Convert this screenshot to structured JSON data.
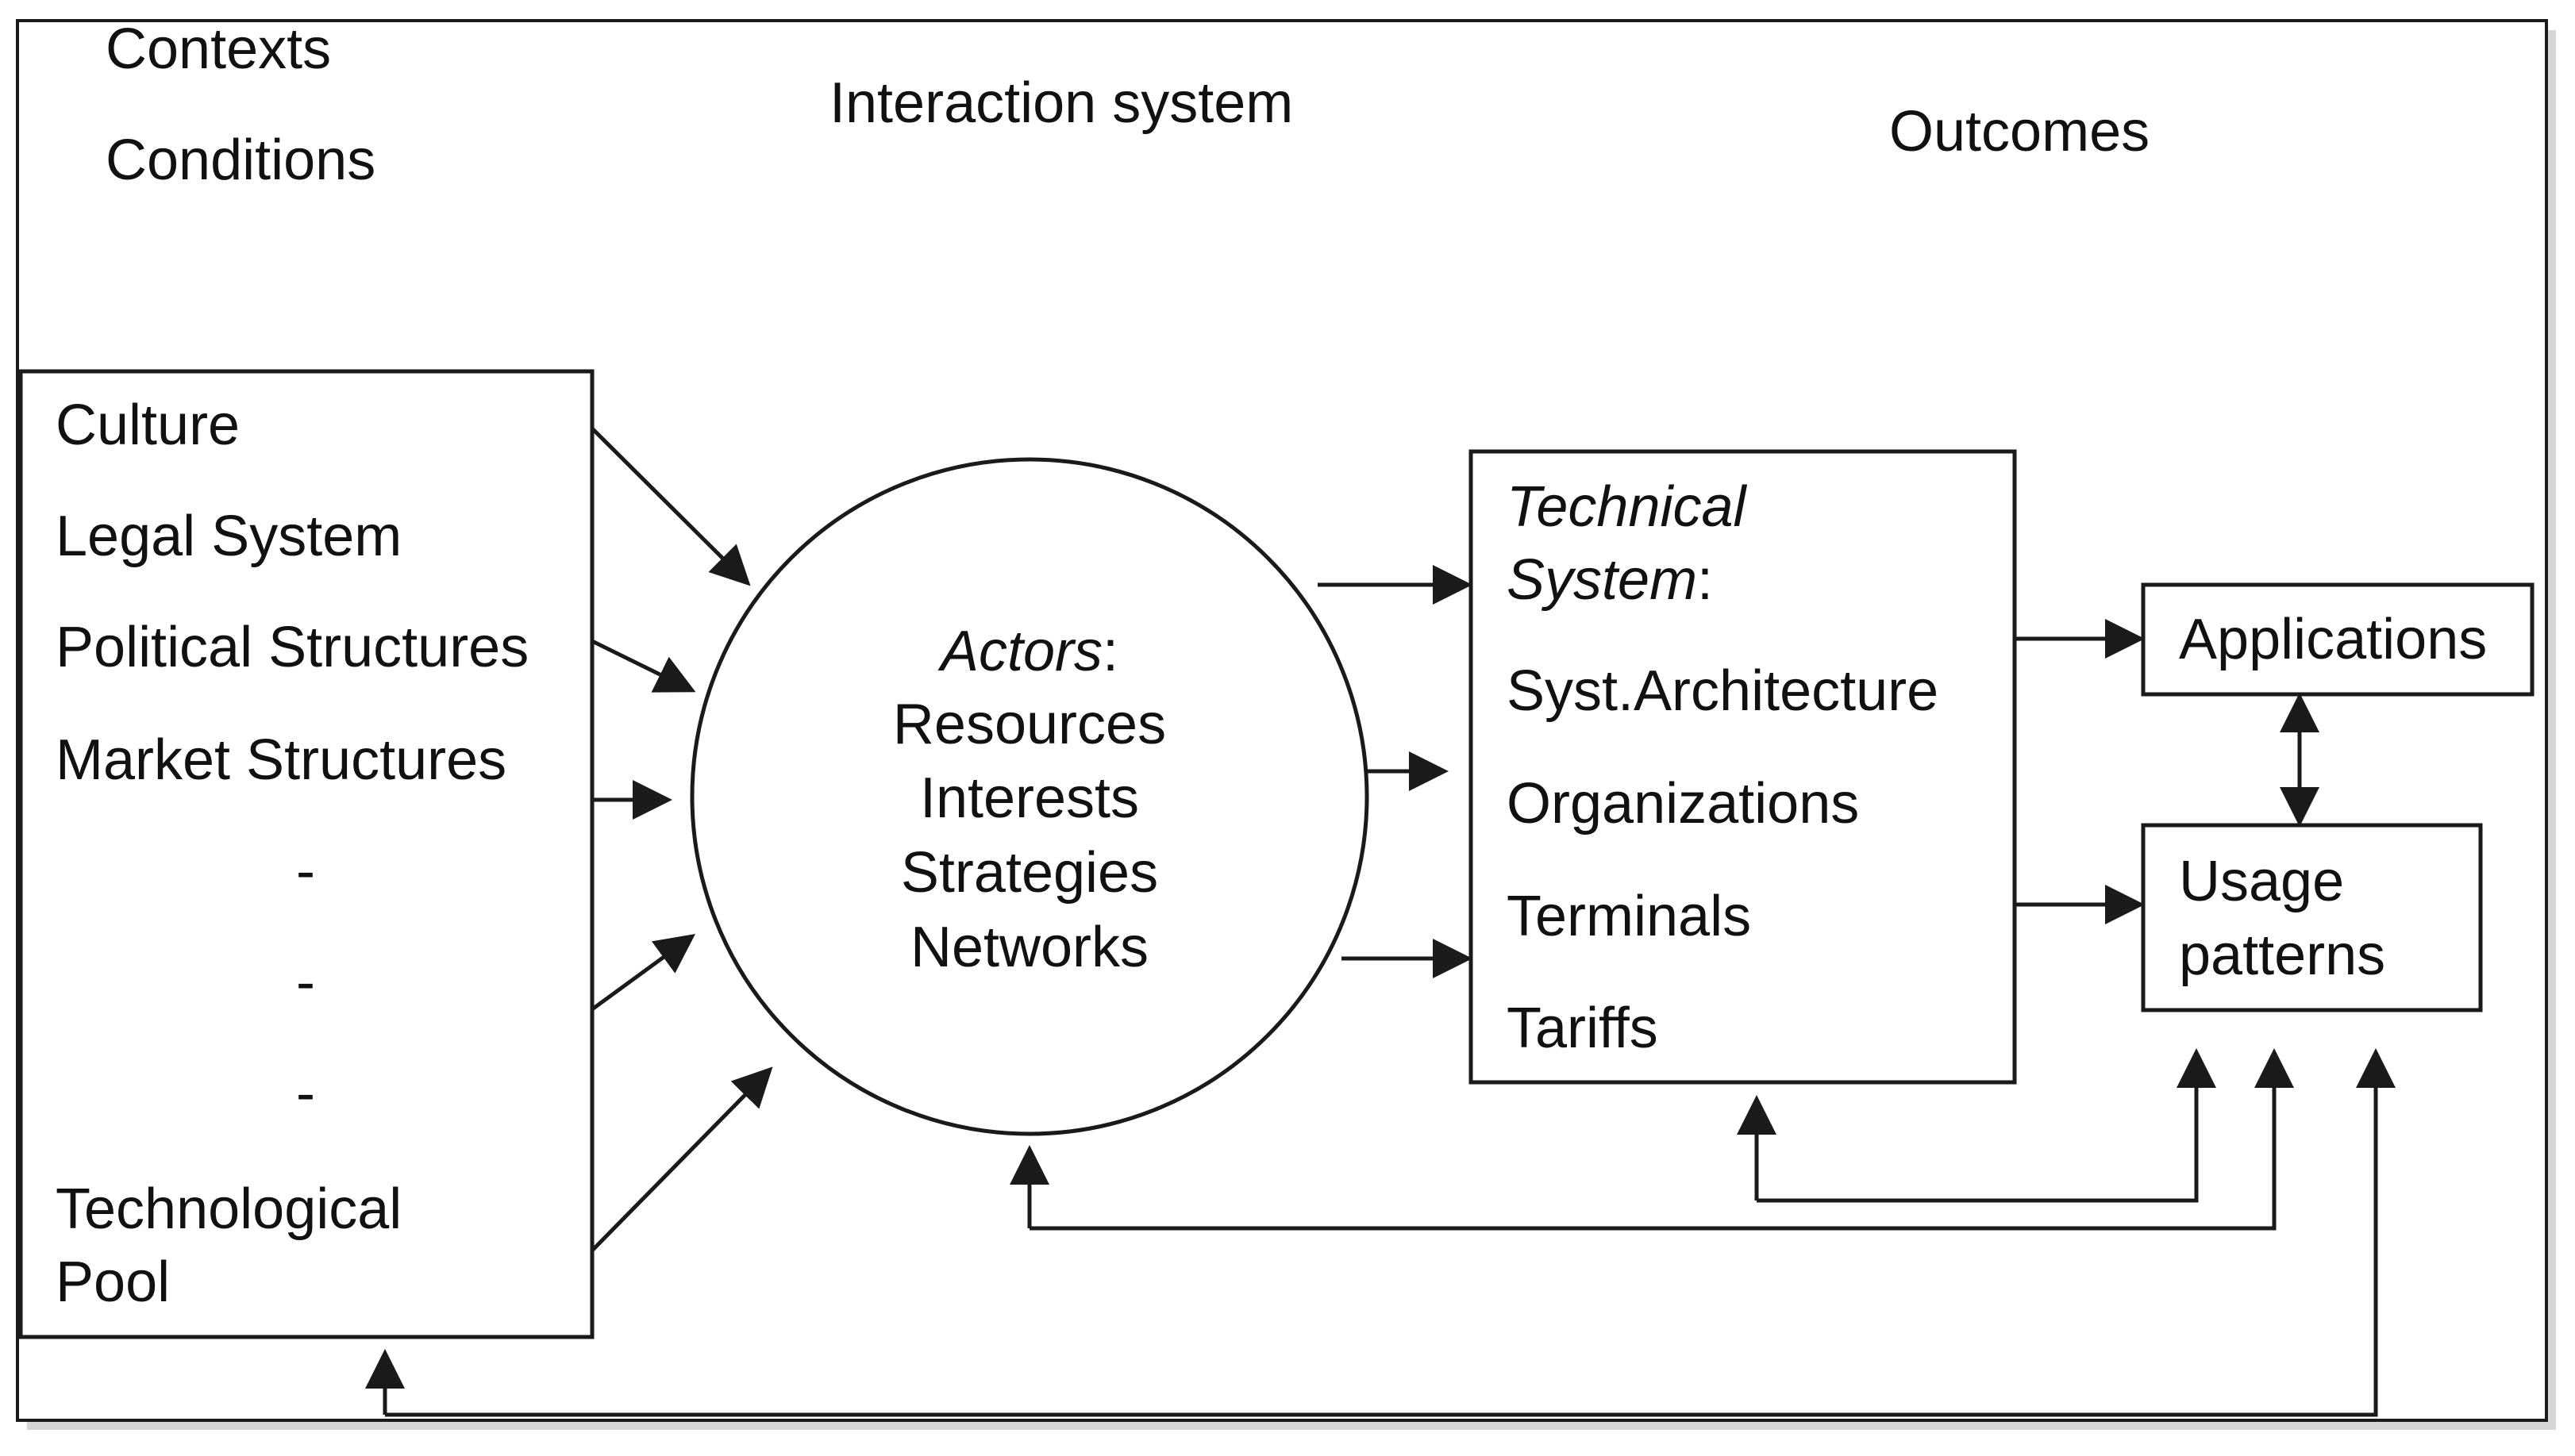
{
  "headers": {
    "contexts": "Contexts",
    "conditions": "Conditions",
    "interaction_system": "Interaction system",
    "outcomes": "Outcomes"
  },
  "contexts_box": {
    "items": [
      "Culture",
      "Legal System",
      "Political Structures",
      "Market Structures",
      "-",
      "-",
      "-"
    ],
    "last_item_line1": "Technological",
    "last_item_line2": "Pool"
  },
  "actors": {
    "title": "Actors",
    "title_suffix": ":",
    "items": [
      "Resources",
      "Interests",
      "Strategies",
      "Networks"
    ]
  },
  "technical_system": {
    "title_line1": "Technical",
    "title_line2": "System",
    "title_suffix": ":",
    "items": [
      "Syst.Architecture",
      "Organizations",
      "Terminals",
      "Tariffs"
    ]
  },
  "applications": {
    "label": "Applications"
  },
  "usage_patterns": {
    "label_line1": "Usage",
    "label_line2": "patterns"
  },
  "colors": {
    "line": "#1a1a1a",
    "text": "#111111",
    "background": "#ffffff"
  }
}
